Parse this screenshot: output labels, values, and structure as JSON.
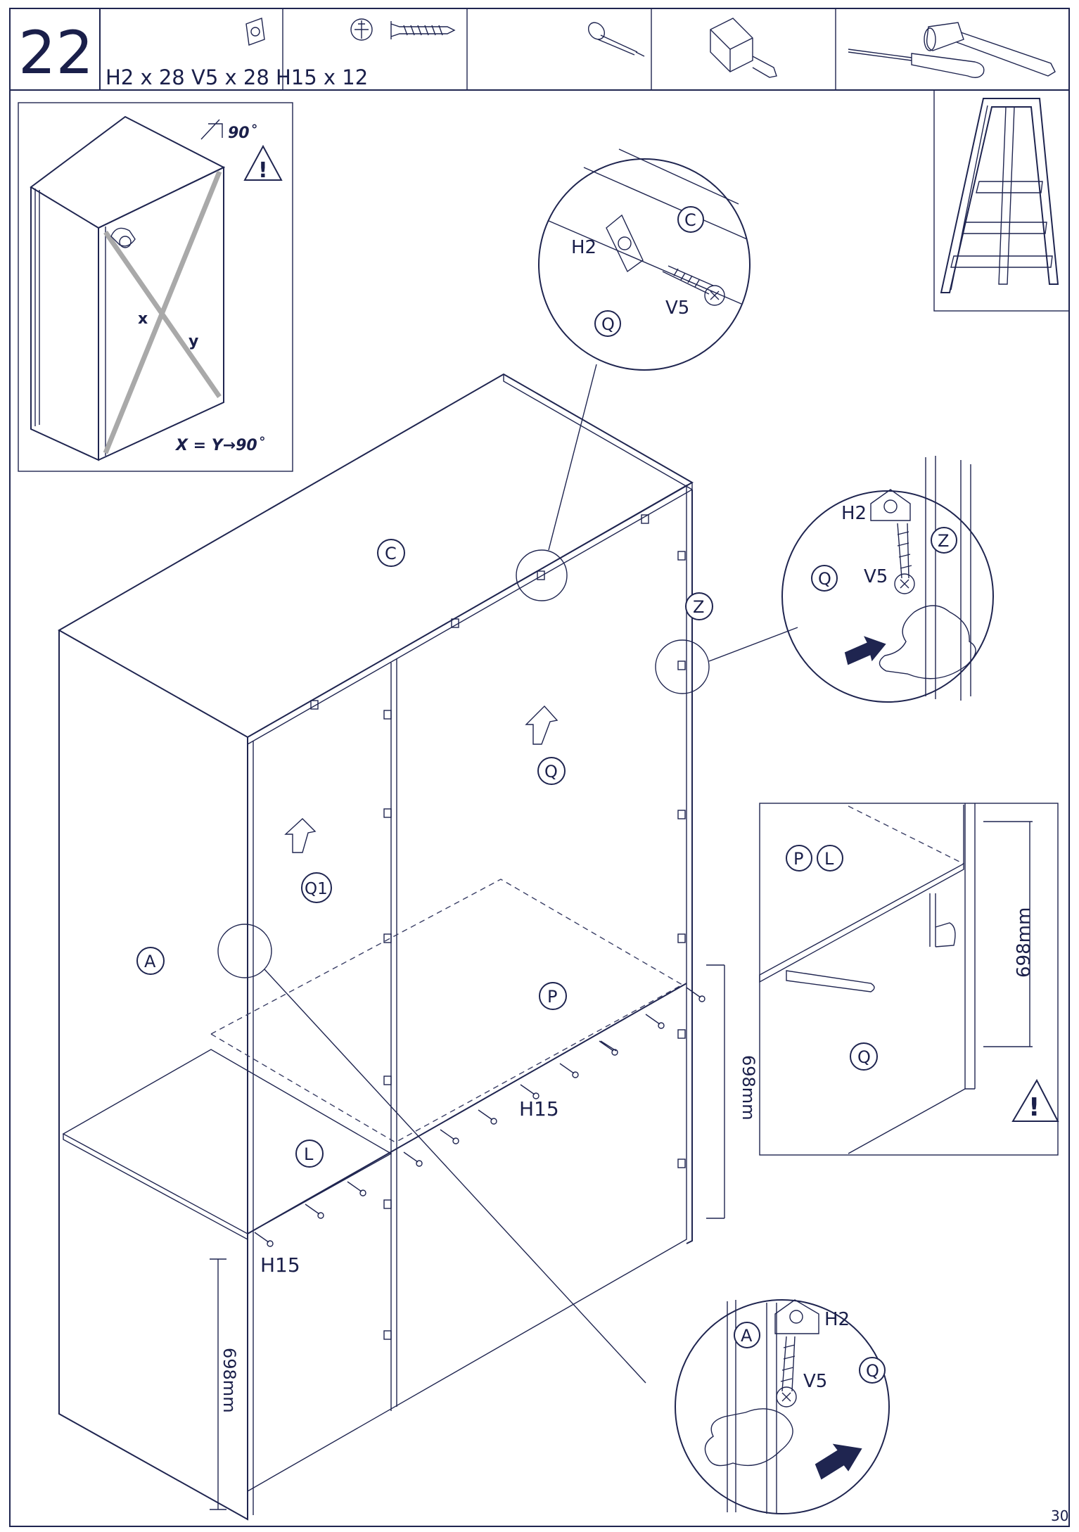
{
  "header": {
    "step_number": "22",
    "parts_summary": "H2 x 28 V5 x 28 H15 x 12"
  },
  "inset_square": {
    "angle_label": "90˚",
    "diag_x": "x",
    "diag_y": "y",
    "formula": "X = Y→90˚"
  },
  "callout_top": {
    "h2": "H2",
    "v5": "V5",
    "c": "C",
    "q": "Q"
  },
  "callout_right": {
    "h2": "H2",
    "v5": "V5",
    "z": "Z",
    "q": "Q"
  },
  "callout_bottom": {
    "h2": "H2",
    "v5": "V5",
    "a": "A",
    "q": "Q"
  },
  "main_labels": {
    "c": "C",
    "z": "Z",
    "q": "Q",
    "q1": "Q1",
    "a": "A",
    "p": "P",
    "l": "L",
    "h15_upper": "H15",
    "h15_lower": "H15",
    "dim_right": "698mm",
    "dim_left": "698mm"
  },
  "detail_inset": {
    "p": "P",
    "l": "L",
    "q": "Q",
    "dim": "698mm"
  },
  "page_number": "30",
  "icons": [
    "cam-lock-icon",
    "screw-icon",
    "nail-icon",
    "tape-measure-icon",
    "screwdriver-icon",
    "hammer-icon",
    "ladder-icon",
    "warning-icon"
  ],
  "colors": {
    "ink": "#1f2550",
    "guide_grey": "#a9a9a9"
  }
}
